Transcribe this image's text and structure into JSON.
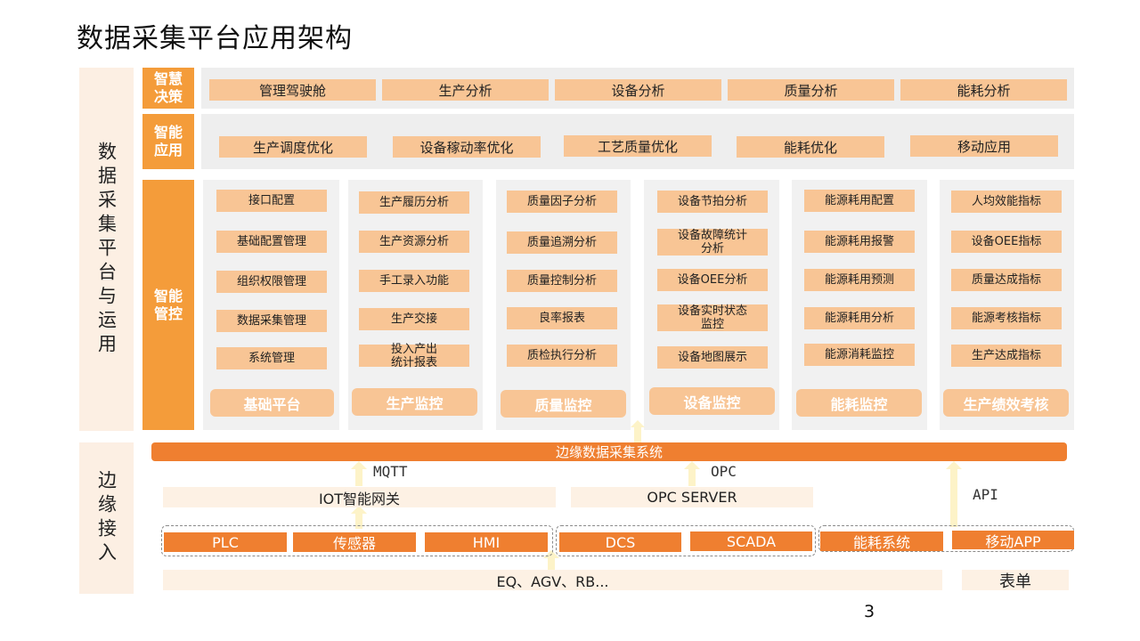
{
  "title": "数据采集平台应用架构",
  "left_labels": {
    "top": "数据采集平台与运用",
    "bottom": "边缘接入"
  },
  "layers": {
    "decision": {
      "label": "智慧\n决策",
      "items": [
        "管理驾驶舱",
        "生产分析",
        "设备分析",
        "质量分析",
        "能耗分析"
      ]
    },
    "application": {
      "label": "智能\n应用",
      "items": [
        "生产调度优化",
        "设备稼动率优化",
        "工艺质量优化",
        "能耗优化",
        "移动应用"
      ]
    },
    "control": {
      "label": "智能\n管控",
      "columns": [
        {
          "name": "基础平台",
          "items": [
            "接口配置",
            "基础配置管理",
            "组织权限管理",
            "数据采集管理",
            "系统管理"
          ]
        },
        {
          "name": "生产监控",
          "items": [
            "生产履历分析",
            "生产资源分析",
            "手工录入功能",
            "生产交接",
            "投入产出\n统计报表"
          ]
        },
        {
          "name": "质量监控",
          "items": [
            "质量因子分析",
            "质量追溯分析",
            "质量控制分析",
            "良率报表",
            "质检执行分析"
          ]
        },
        {
          "name": "设备监控",
          "items": [
            "设备节拍分析",
            "设备故障统计\n分析",
            "设备OEE分析",
            "设备实时状态\n监控",
            "设备地图展示"
          ]
        },
        {
          "name": "能耗监控",
          "items": [
            "能源耗用配置",
            "能源耗用报警",
            "能源耗用预测",
            "能源耗用分析",
            "能源消耗监控"
          ]
        },
        {
          "name": "生产绩效考核",
          "items": [
            "人均效能指标",
            "设备OEE指标",
            "质量达成指标",
            "能源考核指标",
            "生产达成指标"
          ]
        }
      ]
    }
  },
  "edge": {
    "system_bar": "边缘数据采集系统",
    "protocols": {
      "mqtt": "MQTT",
      "opc": "OPC",
      "api": "API"
    },
    "gateways": {
      "iot": "IOT智能网关",
      "opc_server": "OPC SERVER"
    },
    "devices": [
      "PLC",
      "传感器",
      "HMI",
      "DCS",
      "SCADA",
      "能耗系统",
      "移动APP"
    ],
    "sources": {
      "equipment": "EQ、AGV、RB...",
      "form": "表单"
    }
  },
  "page_number": "3",
  "colors": {
    "accent": "#f49c3a",
    "bar": "#ef7f30",
    "pill": "#f8c595",
    "pale": "#fdf1e4",
    "arrow": "#fdf3c8"
  }
}
